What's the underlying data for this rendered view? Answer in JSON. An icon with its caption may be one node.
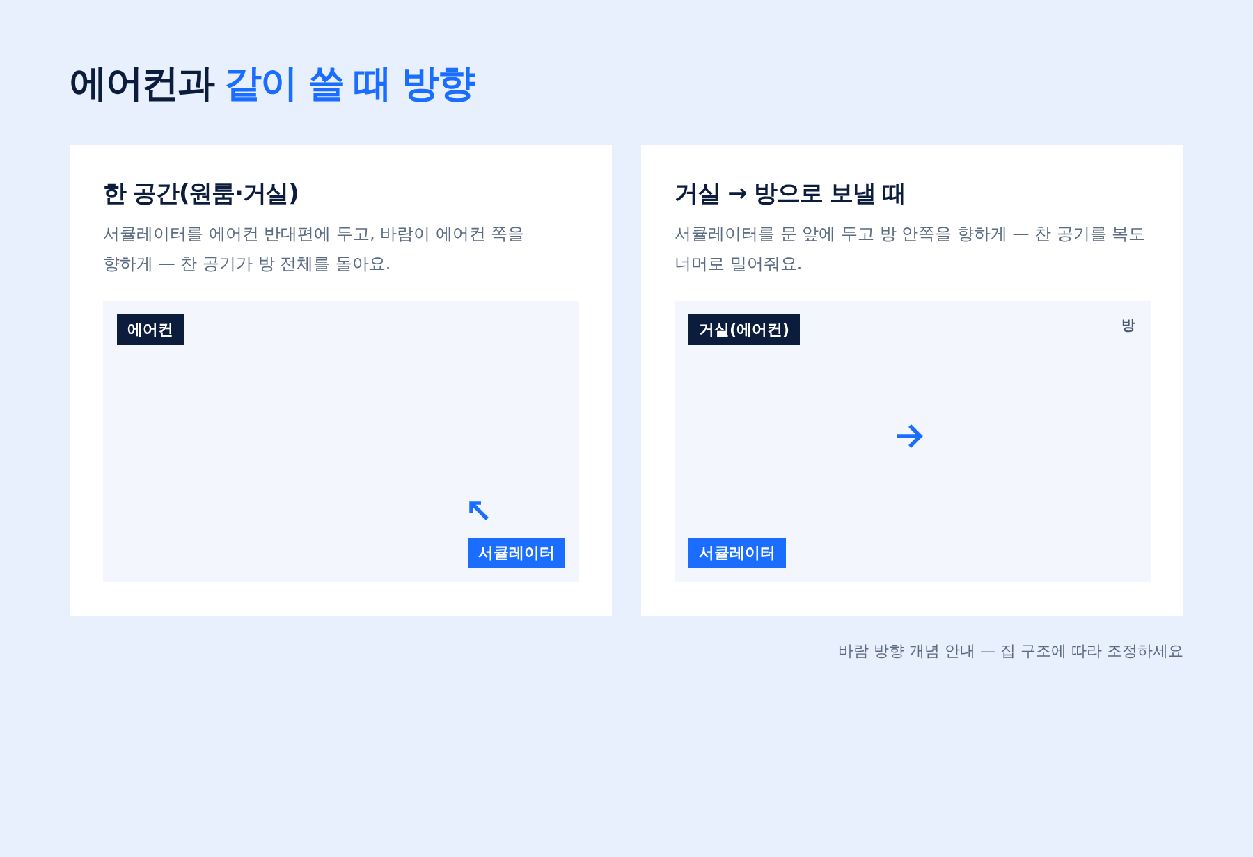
{
  "diagram": {
    "title": "에어컨과 *같이 쓸 때 방향*",
    "nodes": [
      {
        "text": [
          "한 공간(원룸·거실)",
          "서큘레이터를 에어컨 반대편에 두고, 바람이 에어컨 쪽을 향하게 — 찬 공기가 방 전체를 돌아요."
        ]
      },
      {
        "text": [],
        "shape": "box",
        "in": 0
      },
      {
        "text": [
          "에어컨"
        ],
        "in": 1
      },
      {
        "text": [
          "서큘레이터"
        ],
        "in": 1
      },
      {
        "text": [
          "거실 → 방으로 보낼 때",
          "서큘레이터를 문 앞에 두고 방 안쪽을 향하게 — 찬 공기를 복도 너머로 밀어줘요."
        ]
      },
      {
        "text": [],
        "shape": "box",
        "in": 4
      },
      {
        "text": [
          "거실(에어컨)"
        ],
        "in": 5
      },
      {
        "text": [
          "서큘레이터"
        ],
        "in": 5
      }
    ],
    "labels": [
      "방",
      "바람 방향 개념 안내 — 집 구조에 따라 조정하세요"
    ]
  }
}
